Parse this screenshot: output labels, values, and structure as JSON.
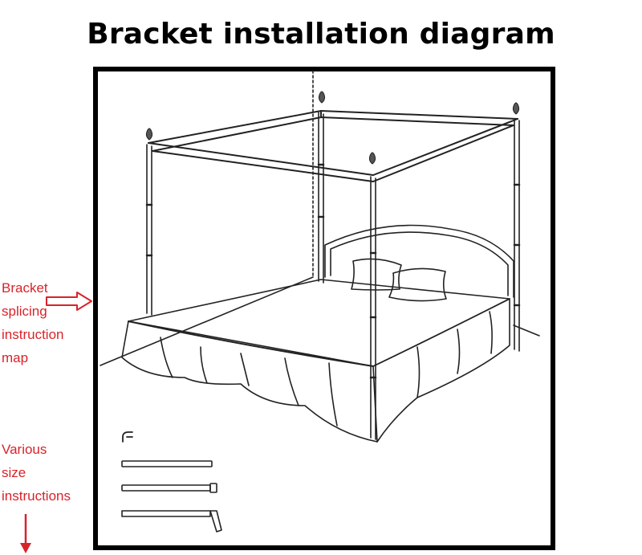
{
  "title": "Bracket installation diagram",
  "annotations": {
    "splicing": [
      "Bracket",
      "splicing",
      "instruction",
      "map"
    ],
    "sizes": [
      "Various",
      "size",
      "instructions"
    ]
  },
  "colors": {
    "annotation": "#d8232a",
    "line": "#000000",
    "background": "#ffffff"
  },
  "icons": {
    "splicing_arrow": "hollow-right-arrow-icon",
    "sizes_arrow": "down-arrow-icon",
    "hook_part": "hook-connector-icon"
  }
}
